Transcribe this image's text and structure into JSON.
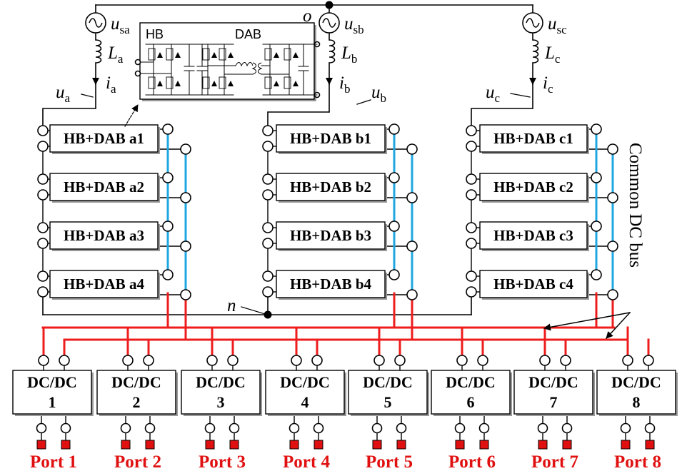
{
  "colors": {
    "line": "#000000",
    "bus_red": "#ee1c1c",
    "bus_blue": "#1fa7e1",
    "port_red": "#e01010",
    "box_fill": "#ffffff",
    "box_shadow": "#999999"
  },
  "neutral_labels": {
    "o": "o",
    "n": "n"
  },
  "phases": [
    {
      "id": "a",
      "source_var": "u",
      "source_sub": "sa",
      "inductor_var": "L",
      "inductor_sub": "a",
      "current_var": "i",
      "current_sub": "a",
      "voltage_var": "u",
      "voltage_sub": "a",
      "modules": [
        "HB+DAB a1",
        "HB+DAB a2",
        "HB+DAB a3",
        "HB+DAB a4"
      ]
    },
    {
      "id": "b",
      "source_var": "u",
      "source_sub": "sb",
      "inductor_var": "L",
      "inductor_sub": "b",
      "current_var": "i",
      "current_sub": "b",
      "voltage_var": "u",
      "voltage_sub": "b",
      "modules": [
        "HB+DAB b1",
        "HB+DAB b2",
        "HB+DAB b3",
        "HB+DAB b4"
      ]
    },
    {
      "id": "c",
      "source_var": "u",
      "source_sub": "sc",
      "inductor_var": "L",
      "inductor_sub": "c",
      "current_var": "i",
      "current_sub": "c",
      "voltage_var": "u",
      "voltage_sub": "c",
      "modules": [
        "HB+DAB c1",
        "HB+DAB c2",
        "HB+DAB c3",
        "HB+DAB c4"
      ]
    }
  ],
  "inset": {
    "left_title": "HB",
    "right_title": "DAB"
  },
  "bus_label": "Common DC bus",
  "dcdc": [
    {
      "line1": "DC/DC",
      "line2": "1"
    },
    {
      "line1": "DC/DC",
      "line2": "2"
    },
    {
      "line1": "DC/DC",
      "line2": "3"
    },
    {
      "line1": "DC/DC",
      "line2": "4"
    },
    {
      "line1": "DC/DC",
      "line2": "5"
    },
    {
      "line1": "DC/DC",
      "line2": "6"
    },
    {
      "line1": "DC/DC",
      "line2": "7"
    },
    {
      "line1": "DC/DC",
      "line2": "8"
    }
  ],
  "ports": [
    "Port 1",
    "Port 2",
    "Port 3",
    "Port 4",
    "Port 5",
    "Port 6",
    "Port 7",
    "Port 8"
  ]
}
